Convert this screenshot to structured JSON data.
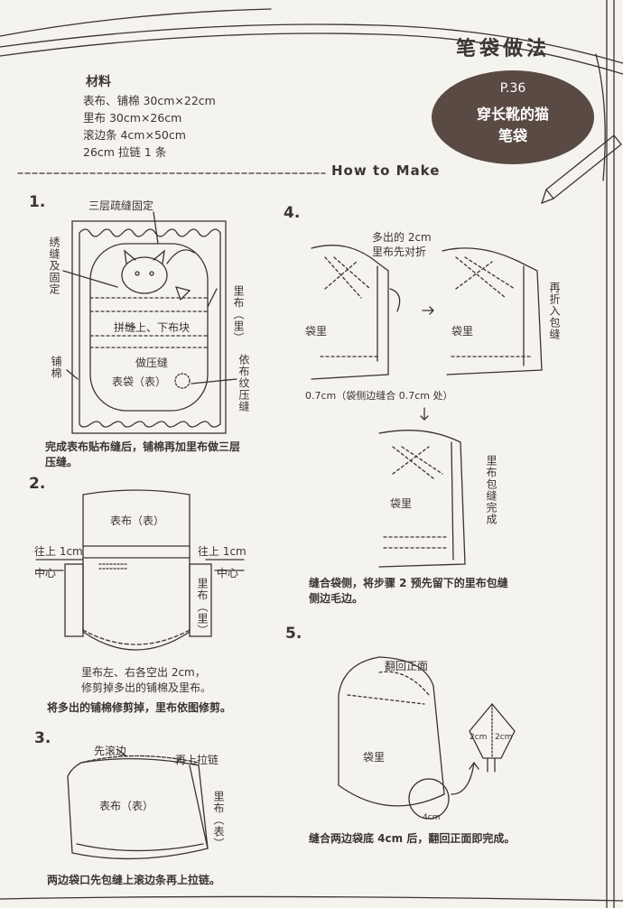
{
  "header": {
    "title": "笔袋做法",
    "badge_page": "P.36",
    "badge_line1": "穿长靴的猫",
    "badge_line2": "笔袋"
  },
  "materials": {
    "heading": "材料",
    "items": [
      "表布、铺棉 30cm×22cm",
      "里布 30cm×26cm",
      "滚边条 4cm×50cm",
      "26cm 拉链 1 条"
    ]
  },
  "how_to_make": "How to Make",
  "steps": {
    "s1": {
      "num": "1.",
      "label_top": "三层疏缝固定",
      "label_embroider": "绣缝及固定",
      "label_lining": "里布（里）",
      "label_sew_blocks": "拼缝上、下布块",
      "label_pressline": "做压缝",
      "label_outer": "表袋（表）",
      "label_batting": "铺棉",
      "label_quilt": "依布纹压缝",
      "caption_1": "完成表布贴布缝后，铺棉再加里布做三层",
      "caption_2": "压缝。"
    },
    "s2": {
      "num": "2.",
      "label_outer": "表布（表）",
      "label_up_left": "往上 1cm",
      "label_up_right": "往上 1cm",
      "label_center_left": "中心",
      "label_center_right": "中心",
      "label_lining": "里布（里）",
      "caption_a1": "里布左、右各空出 2cm，",
      "caption_a2": "修剪掉多出的铺棉及里布。",
      "caption_b": "将多出的铺棉修剪掉，里布依图修剪。"
    },
    "s3": {
      "num": "3.",
      "label_binding": "先滚边",
      "label_zipper": "再上拉链",
      "label_outer": "表布（表）",
      "label_lining": "里布（表）",
      "caption": "两边袋口先包缝上滚边条再上拉链。"
    },
    "s4": {
      "num": "4.",
      "label_extra_1": "多出的 2cm",
      "label_extra_2": "里布先对折",
      "label_refold": "再折入包缝",
      "label_inside_a": "袋里",
      "label_inside_b": "袋里",
      "label_inside_c": "袋里",
      "label_seam": "0.7cm（袋侧边缝合 0.7cm 处）",
      "label_wrap_done": "里布包缝完成",
      "caption_1": "缝合袋侧，将步骤 2 预先留下的里布包缝",
      "caption_2": "侧边毛边。"
    },
    "s5": {
      "num": "5.",
      "label_turn": "翻回正面",
      "label_inside": "袋里",
      "label_4cm": "4cm",
      "label_2cm_a": "2cm",
      "label_2cm_b": "2cm",
      "caption": "缝合两边袋底 4cm 后，翻回正面即完成。"
    }
  },
  "colors": {
    "ink": "#3a3432",
    "paper": "#f5f3ee",
    "badge": "#5a4a44"
  }
}
